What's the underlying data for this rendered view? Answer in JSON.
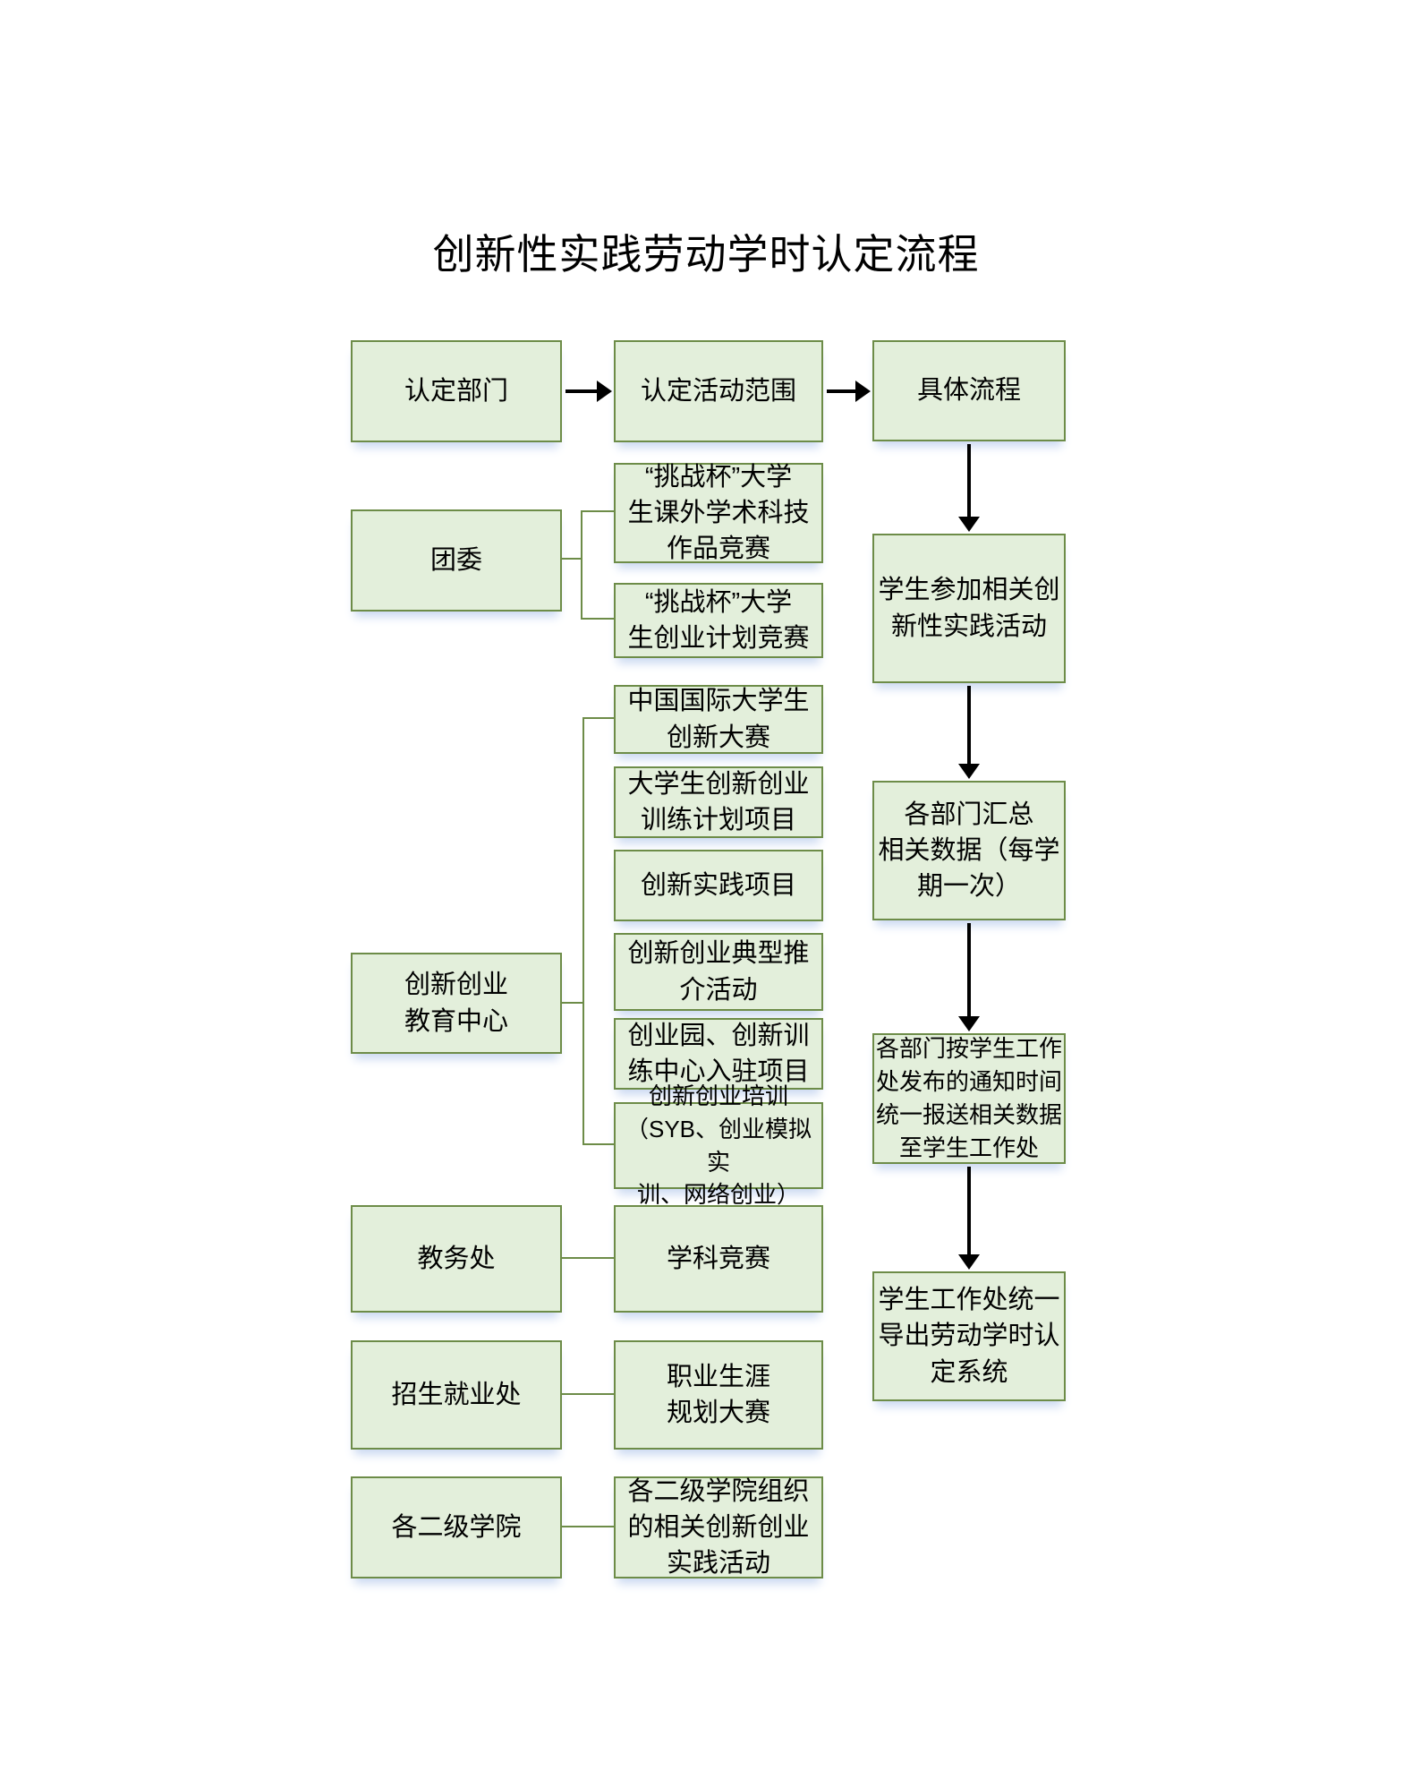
{
  "title": "创新性实践劳动学时认定流程",
  "nodes": {
    "dept_header": {
      "label": "认定部门"
    },
    "scope_header": {
      "label": "认定活动范围"
    },
    "process_header": {
      "label": "具体流程"
    },
    "youth_league": {
      "label": "团委"
    },
    "challenge_cup_academic": {
      "label": "“挑战杯”大学\n生课外学术科技\n作品竞赛"
    },
    "challenge_cup_business": {
      "label": "“挑战杯”大学\n生创业计划竞赛"
    },
    "intl_innovation_competition": {
      "label": "中国国际大学生\n创新大赛"
    },
    "innovation_training_program": {
      "label": "大学生创新创业\n训练计划项目"
    },
    "innovation_practice_project": {
      "label": "创新实践项目"
    },
    "innovation_promotion_activity": {
      "label": "创新创业典型推\n介活动"
    },
    "incubator_projects": {
      "label": "创业园、创新训\n练中心入驻项目"
    },
    "entrepreneurship_training": {
      "label": "创新创业培训\n（SYB、创业模拟实\n训、网络创业）"
    },
    "innovation_education_center": {
      "label": "创新创业\n教育中心"
    },
    "academic_affairs_office": {
      "label": "教务处"
    },
    "subject_competition": {
      "label": "学科竞赛"
    },
    "admissions_employment_office": {
      "label": "招生就业处"
    },
    "career_planning_competition": {
      "label": "职业生涯\n规划大赛"
    },
    "secondary_colleges": {
      "label": "各二级学院"
    },
    "college_activities": {
      "label": "各二级学院组织\n的相关创新创业\n实践活动"
    },
    "student_participate": {
      "label": "学生参加相关创\n新性实践活动"
    },
    "dept_summarize": {
      "label": "各部门汇总\n相关数据（每学\n期一次）"
    },
    "dept_submit": {
      "label": "各部门按学生工作\n处发布的通知时间\n统一报送相关数据\n至学生工作处"
    },
    "export_system": {
      "label": "学生工作处统一\n导出劳动学时认\n定系统"
    }
  },
  "edges": [
    {
      "from": "dept_header",
      "to": "scope_header",
      "type": "arrow"
    },
    {
      "from": "scope_header",
      "to": "process_header",
      "type": "arrow"
    },
    {
      "from": "process_header",
      "to": "student_participate",
      "type": "arrow"
    },
    {
      "from": "student_participate",
      "to": "dept_summarize",
      "type": "arrow"
    },
    {
      "from": "dept_summarize",
      "to": "dept_submit",
      "type": "arrow"
    },
    {
      "from": "dept_submit",
      "to": "export_system",
      "type": "arrow"
    },
    {
      "from": "youth_league",
      "to": "challenge_cup_academic",
      "type": "line"
    },
    {
      "from": "youth_league",
      "to": "challenge_cup_business",
      "type": "line"
    },
    {
      "from": "innovation_education_center",
      "to": "intl_innovation_competition",
      "type": "line"
    },
    {
      "from": "innovation_education_center",
      "to": "entrepreneurship_training",
      "type": "line"
    },
    {
      "from": "academic_affairs_office",
      "to": "subject_competition",
      "type": "line"
    },
    {
      "from": "admissions_employment_office",
      "to": "career_planning_competition",
      "type": "line"
    },
    {
      "from": "secondary_colleges",
      "to": "college_activities",
      "type": "line"
    }
  ],
  "colors": {
    "box_fill": "#e3efdb",
    "box_border": "#6d8c48",
    "connector": "#6d8c48",
    "arrow": "#000000",
    "shadow": "#ccdaf2",
    "text": "#000000"
  }
}
